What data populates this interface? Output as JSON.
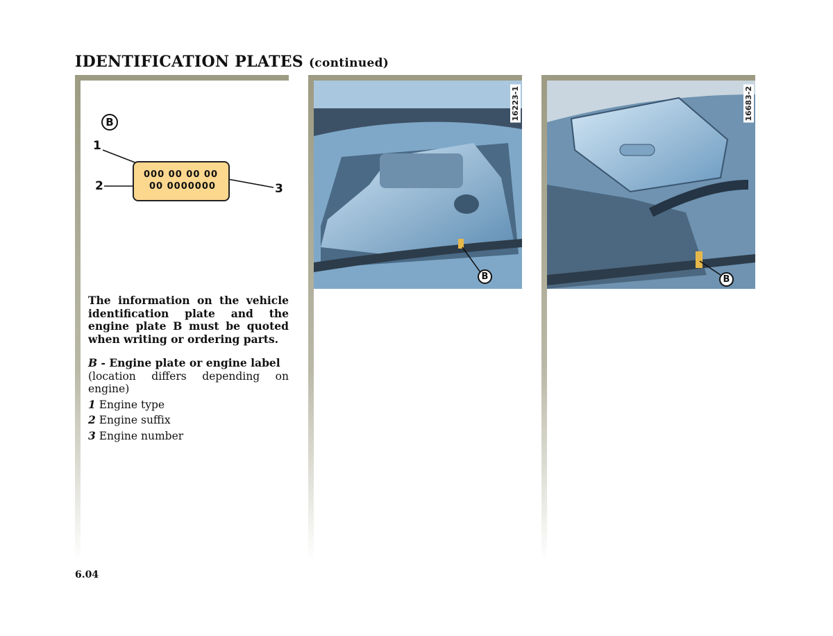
{
  "header": {
    "title": "IDENTIFICATION PLATES",
    "continued": "(continued)"
  },
  "diagram": {
    "plate_label": "B",
    "line1": "000 00 00 00",
    "line2": "00 0000000",
    "callouts": [
      "1",
      "2",
      "3"
    ]
  },
  "text": {
    "intro": "The information on the vehicle identification plate and the engine plate B must be quoted when writing or ordering parts.",
    "engine_plate_key": "B",
    "engine_plate_title": " - Engine plate or engine label",
    "engine_plate_note": "(location differs depending on engine)",
    "items": [
      {
        "num": "1",
        "label": " Engine type"
      },
      {
        "num": "2",
        "label": " Engine suffix"
      },
      {
        "num": "3",
        "label": " Engine number"
      }
    ]
  },
  "figures": [
    {
      "ref": "16223-1",
      "marker": "B"
    },
    {
      "ref": "16683-2",
      "marker": "B"
    }
  ],
  "footer": {
    "page_number": "6.04"
  },
  "colors": {
    "bar": "#9d9b83",
    "plate": "#fcd88f",
    "engine": "#8fb8d8"
  }
}
